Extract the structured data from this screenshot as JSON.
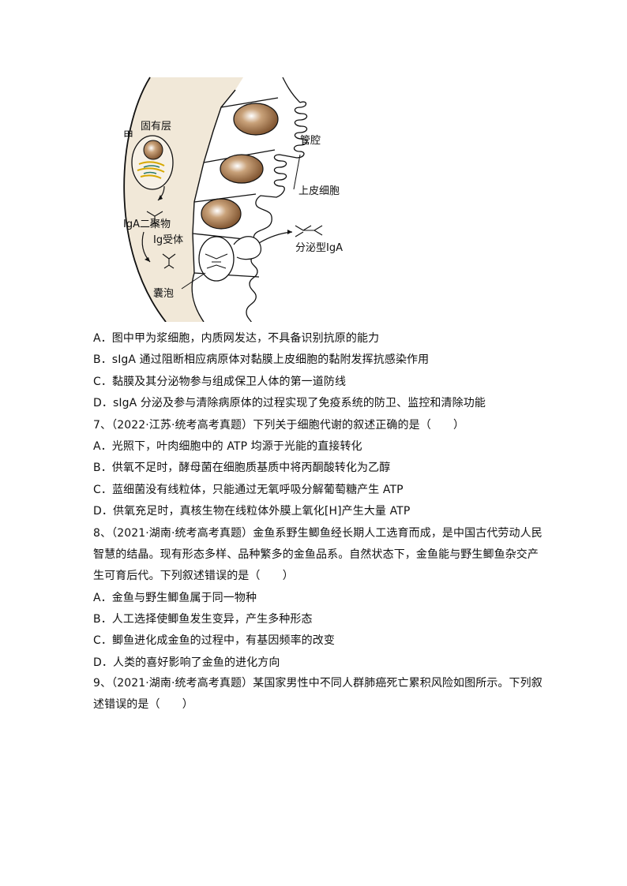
{
  "figure": {
    "labels": {
      "jia": "甲",
      "lamina": "固有层",
      "lumen": "管腔",
      "epithelial": "上皮细胞",
      "iga_dimer": "IgA二聚物",
      "ig_receptor": "Ig受体",
      "secretory_iga": "分泌型IgA",
      "vesicle": "囊泡"
    }
  },
  "q6_options": [
    "A．图中甲为浆细胞，内质网发达，不具备识别抗原的能力",
    "B．sIgA 通过阻断相应病原体对黏膜上皮细胞的黏附发挥抗感染作用",
    "C．黏膜及其分泌物参与组成保卫人体的第一道防线",
    "D．sIgA 分泌及参与清除病原体的过程实现了免疫系统的防卫、监控和清除功能"
  ],
  "q7": {
    "stem": "7、（2022·江苏·统考高考真题）下列关于细胞代谢的叙述正确的是（　　）",
    "options": [
      "A．光照下，叶肉细胞中的 ATP 均源于光能的直接转化",
      "B．供氧不足时，酵母菌在细胞质基质中将丙酮酸转化为乙醇",
      "C．蓝细菌没有线粒体，只能通过无氧呼吸分解葡萄糖产生 ATP",
      "D．供氧充足时，真核生物在线粒体外膜上氧化[H]产生大量 ATP"
    ]
  },
  "q8": {
    "stem_lines": [
      "8、（2021·湖南·统考高考真题）金鱼系野生鲫鱼经长期人工选育而成，是中国古代劳动人民",
      "智慧的结晶。现有形态多样、品种繁多的金鱼品系。自然状态下，金鱼能与野生鲫鱼杂交产",
      "生可育后代。下列叙述错误的是（　　）"
    ],
    "options": [
      "A．金鱼与野生鲫鱼属于同一物种",
      "B．人工选择使鲫鱼发生变异，产生多种形态",
      "C．鲫鱼进化成金鱼的过程中，有基因频率的改变",
      "D．人类的喜好影响了金鱼的进化方向"
    ]
  },
  "q9": {
    "stem_lines": [
      "9、（2021·湖南·统考高考真题）某国家男性中不同人群肺癌死亡累积风险如图所示。下列叙",
      "述错误的是（　　）"
    ]
  }
}
